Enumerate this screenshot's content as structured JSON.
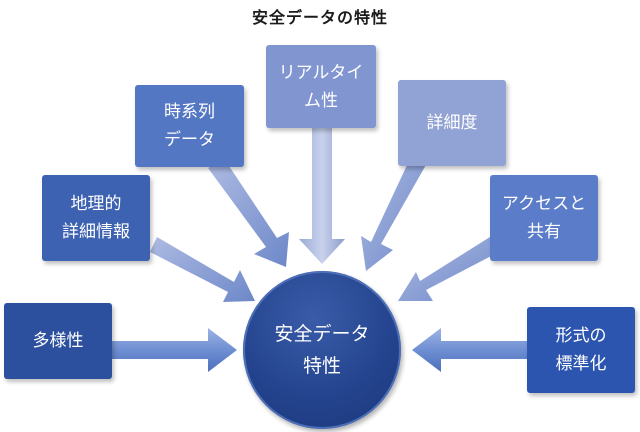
{
  "title": "安全データの特性",
  "center": {
    "label": "安全データ\n特性"
  },
  "factors": [
    {
      "id": "diversity",
      "label": "多様性",
      "color": "#2c4f9e"
    },
    {
      "id": "geo",
      "label": "地理的\n詳細情報",
      "color": "#3d62b1"
    },
    {
      "id": "timeseries",
      "label": "時系列\nデータ",
      "color": "#5477c4"
    },
    {
      "id": "realtime",
      "label": "リアルタイ\nム性",
      "color": "#8195d0"
    },
    {
      "id": "granularity",
      "label": "詳細度",
      "color": "#91a2d4"
    },
    {
      "id": "access",
      "label": "アクセスと\n共有",
      "color": "#5b7cc9"
    },
    {
      "id": "standard",
      "label": "形式の\n標準化",
      "color": "#2c55b0"
    }
  ]
}
